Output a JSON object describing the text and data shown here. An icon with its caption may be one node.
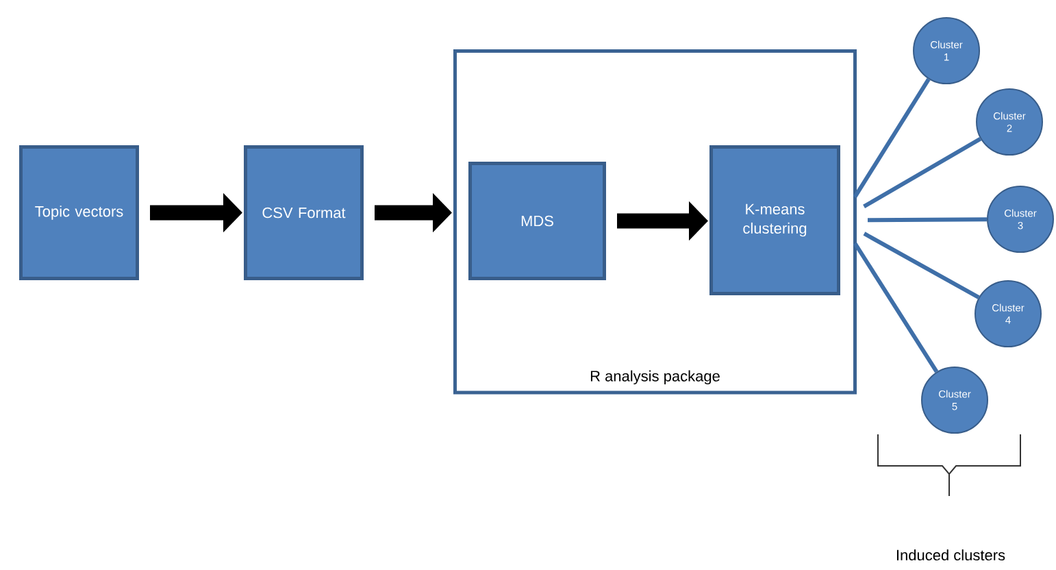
{
  "diagram": {
    "nodes": [
      {
        "text": [
          "Topic vectors"
        ]
      },
      {
        "text": [
          "CSV Format"
        ]
      },
      {
        "text": [
          "R analysis package"
        ]
      },
      {
        "text": [
          "MDS"
        ],
        "in": 2
      },
      {
        "text": [
          "K-means clustering"
        ],
        "in": 2
      },
      {
        "text": [
          "Cluster 1"
        ]
      },
      {
        "text": [
          "Cluster 2"
        ]
      },
      {
        "text": [
          "Cluster 3"
        ]
      },
      {
        "text": [
          "Cluster 4"
        ]
      },
      {
        "text": [
          "Cluster 5"
        ]
      }
    ],
    "edges": [
      {
        "from": 0,
        "to": 1,
        "arrow": "to",
        "style": "thick",
        "color": "#000000"
      },
      {
        "from": 1,
        "to": 2,
        "arrow": "to",
        "style": "thick",
        "color": "#000000"
      },
      {
        "from": 3,
        "to": 4,
        "arrow": "to",
        "style": "thick",
        "color": "#000000"
      },
      {
        "from": 4,
        "to": 5,
        "arrow": "none"
      },
      {
        "from": 4,
        "to": 6,
        "arrow": "none"
      },
      {
        "from": 4,
        "to": 7,
        "arrow": "none"
      },
      {
        "from": 4,
        "to": 8,
        "arrow": "none"
      },
      {
        "from": 4,
        "to": 9,
        "arrow": "none"
      }
    ],
    "labels": [
      "Induced clusters"
    ]
  }
}
